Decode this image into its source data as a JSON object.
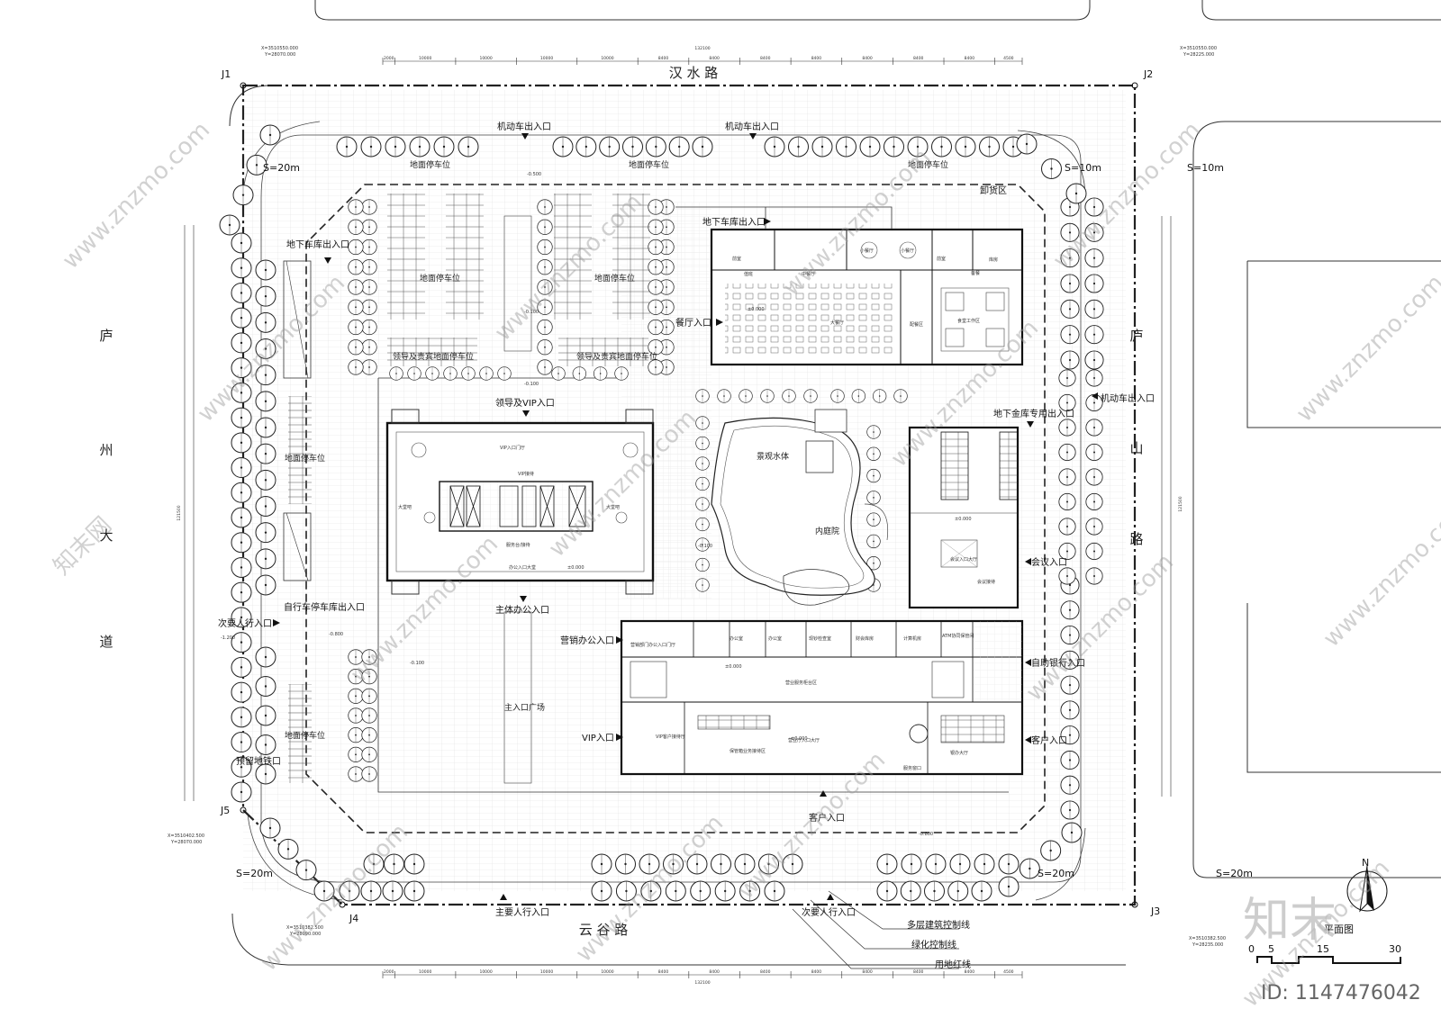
{
  "roads": {
    "north": "汉 水 路",
    "south": "云 谷 路",
    "west": [
      "庐",
      "州",
      "大",
      "道"
    ],
    "east": [
      "庐",
      "山",
      "路"
    ]
  },
  "corners": {
    "j1": "J1",
    "j2": "J2",
    "j3": "J3",
    "j4": "J4",
    "j5": "J5",
    "j1_coord_x": "X=3510550.000",
    "j1_coord_y": "Y=28070.000",
    "j2_coord_x": "X=3510550.000",
    "j2_coord_y": "Y=28225.000",
    "j3_coord_x": "X=3510382.500",
    "j3_coord_y": "Y=28235.000",
    "j4_coord_x": "X=3510382.500",
    "j4_coord_y": "Y=28090.000",
    "j5_coord_x": "X=3510402.500",
    "j5_coord_y": "Y=28070.000"
  },
  "setbacks": {
    "nw": "S=20m",
    "ne": "S=10m",
    "ne_out": "S=10m",
    "sw": "S=20m",
    "se": "S=20m",
    "se_out": "S=20m"
  },
  "dimensions": {
    "total": "132100",
    "top_segments": [
      "2000",
      "10000",
      "10000",
      "10000",
      "10000",
      "8400",
      "8400",
      "8400",
      "8400",
      "8400",
      "8400",
      "8400",
      "4500"
    ],
    "bottom_segments": [
      "2000",
      "10000",
      "10000",
      "10000",
      "10000",
      "8400",
      "8400",
      "8400",
      "8400",
      "8400",
      "8400",
      "8400",
      "4500"
    ],
    "left_total": "121500",
    "right_total": "121500"
  },
  "entrances": {
    "vehicle_north_1": "机动车出入口",
    "vehicle_north_2": "机动车出入口",
    "vehicle_east": "机动车出入口",
    "underground_garage_west": "地下车库出入口",
    "underground_garage_north": "地下车库出入口",
    "vault_garage": "地下金库专用出入口",
    "unloading": "卸货区",
    "restaurant": "餐厅入口",
    "vip_leader": "领导及VIP入口",
    "main_office": "主体办公入口",
    "marketing_office": "营销办公入口",
    "vip": "VIP入口",
    "meeting": "会议入口",
    "self_bank": "自助银行入口",
    "customer_east": "客户入口",
    "customer_south": "客户入口",
    "secondary_ped_west": "次要人行入口",
    "main_ped": "主要人行入口",
    "secondary_ped_south": "次要人行入口",
    "bike_garage": "自行车停车库出入口",
    "reserved_metro": "预留地铁口"
  },
  "zones": {
    "parking_n1": "地面停车位",
    "parking_n2": "地面停车位",
    "parking_n3": "地面停车位",
    "parking_inner_1": "地面停车位",
    "parking_inner_2": "地面停车位",
    "vip_parking_1": "领导及贵宾地面停车位",
    "vip_parking_2": "领导及贵宾地面停车位",
    "parking_w1": "地面停车位",
    "parking_w2": "地面停车位",
    "water": "景观水体",
    "courtyard": "内庭院",
    "plaza": "主入口广场",
    "vip_hall": "VIP入口门厅",
    "lobby_left": "大堂吧",
    "lobby_right": "大堂吧",
    "service_desk": "服务台/接待",
    "office_hall": "办公入口大堂",
    "vip_reception": "VIP接待",
    "dining_hall": "大餐厅",
    "prep_area": "配餐区",
    "kitchen": "食堂工作区",
    "storage": "库房",
    "mid_dining": "中餐厅",
    "small_dining_1": "小餐厅",
    "small_dining_2": "小餐厅",
    "duty_room_1": "值班",
    "front_office_1": "前室",
    "front_office_2": "前室",
    "prep_2": "备餐",
    "meeting_hall": "会议入口大厅",
    "meeting_reception": "会议接待",
    "business_hall": "营业厅入口大厅",
    "vip_customer": "VIP客户接待厅",
    "business_counter": "营业服务柜台区",
    "security_zone": "保管箱业务接待区",
    "office_a": "办公室",
    "office_b": "办公室",
    "inspection": "现钞检查室",
    "finance": "财会库房",
    "computer": "计算机房",
    "atm": "ATM协同保管间",
    "card_hall": "银办大厅",
    "marketing_door": "营销部门办公入口门厅",
    "service_station": "服务窗口"
  },
  "elevations": {
    "e1": "-0.500",
    "e2": "-0.100",
    "e3": "-0.100",
    "e4": "-0.800",
    "e5": "-1.200",
    "e6": "-0.100",
    "e7": "-0.100",
    "e8": "-0.800",
    "e9": "±0.000",
    "e10": "±0.000",
    "e11": "±0.000",
    "e12": "±0.000",
    "e13": "±0.000"
  },
  "legend": {
    "building_line": "多层建筑控制线",
    "green_line": "绿化控制线",
    "red_line": "用地红线"
  },
  "compass": {
    "north": "N"
  },
  "title": "平面图",
  "scale": {
    "s0": "0",
    "s1": "5",
    "s2": "15",
    "s3": "30"
  },
  "watermark": {
    "brand": "知末",
    "site": "www.znzmo.com",
    "site_cn": "知末网",
    "id": "ID: 1147476042"
  }
}
